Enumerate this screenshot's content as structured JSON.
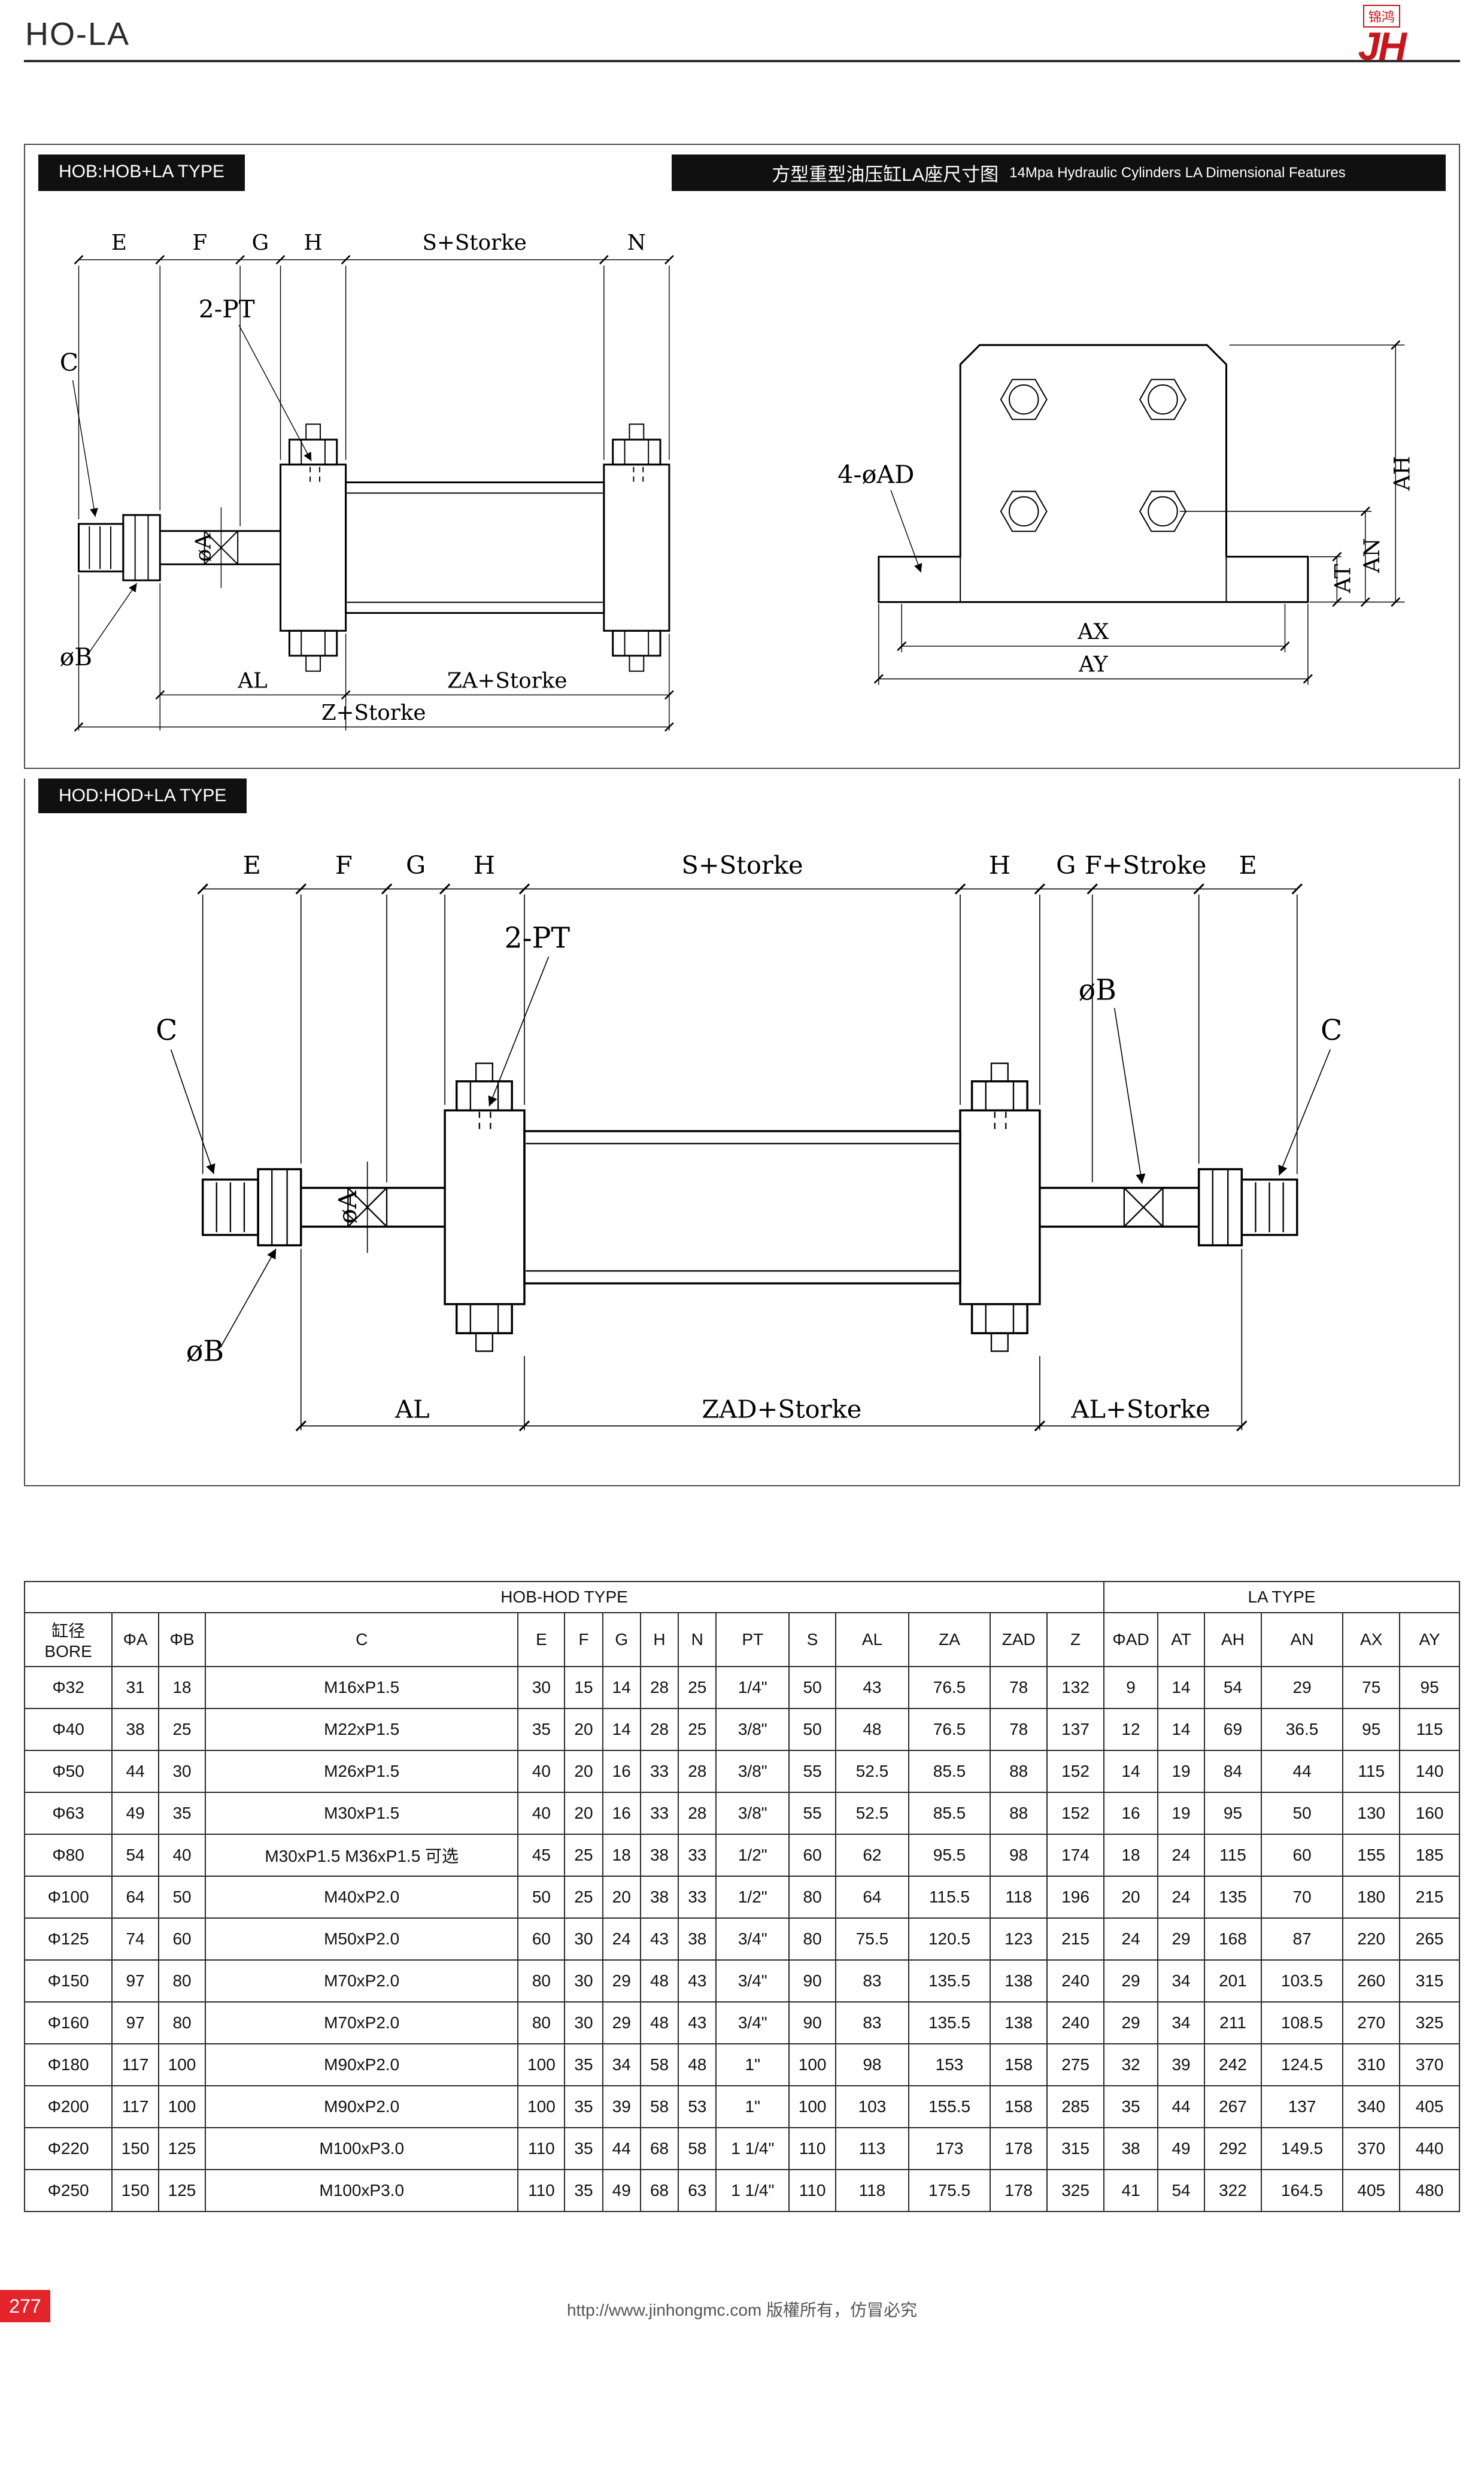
{
  "header": {
    "title": "HO-LA",
    "logo_cn": "锦鸿",
    "logo_text": "JH",
    "brand_color": "#c8161d"
  },
  "hob": {
    "label": "HOB:HOB+LA TYPE",
    "title_cn": "方型重型油压缸LA座尺寸图",
    "title_en": "14Mpa Hydraulic Cylinders LA Dimensional Features",
    "side": {
      "dims_top": [
        "E",
        "F",
        "G",
        "H",
        "S+Storke",
        "N"
      ],
      "dims_bottom": [
        "AL",
        "ZA+Storke",
        "Z+Storke"
      ],
      "port": "2-PT",
      "rod_thread": "C",
      "dia_a": "øA",
      "dia_b": "øB"
    },
    "front": {
      "holes": "4-øAD",
      "ah": "AH",
      "an": "AN",
      "at": "AT",
      "ax": "AX",
      "ay": "AY"
    }
  },
  "hod": {
    "label": "HOD:HOD+LA TYPE",
    "side": {
      "dims_top": [
        "E",
        "F",
        "G",
        "H",
        "S+Storke",
        "H",
        "G",
        "F+Stroke",
        "E"
      ],
      "dims_bottom": [
        "AL",
        "ZAD+Storke",
        "AL+Storke"
      ],
      "port": "2-PT",
      "rod_thread_left": "C",
      "rod_thread_right": "C",
      "dia_a": "øA",
      "dia_b_left": "øB",
      "dia_b_right": "øB"
    }
  },
  "table": {
    "groups": [
      {
        "label": "HOB-HOD TYPE",
        "span": 15
      },
      {
        "label": "LA TYPE",
        "span": 6
      }
    ],
    "columns": [
      "缸径\nBORE",
      "ΦA",
      "ΦB",
      "C",
      "E",
      "F",
      "G",
      "H",
      "N",
      "PT",
      "S",
      "AL",
      "ZA",
      "ZAD",
      "Z",
      "ΦAD",
      "AT",
      "AH",
      "AN",
      "AX",
      "AY"
    ],
    "rows": [
      [
        "Φ32",
        "31",
        "18",
        "M16xP1.5",
        "30",
        "15",
        "14",
        "28",
        "25",
        "1/4\"",
        "50",
        "43",
        "76.5",
        "78",
        "132",
        "9",
        "14",
        "54",
        "29",
        "75",
        "95"
      ],
      [
        "Φ40",
        "38",
        "25",
        "M22xP1.5",
        "35",
        "20",
        "14",
        "28",
        "25",
        "3/8\"",
        "50",
        "48",
        "76.5",
        "78",
        "137",
        "12",
        "14",
        "69",
        "36.5",
        "95",
        "115"
      ],
      [
        "Φ50",
        "44",
        "30",
        "M26xP1.5",
        "40",
        "20",
        "16",
        "33",
        "28",
        "3/8\"",
        "55",
        "52.5",
        "85.5",
        "88",
        "152",
        "14",
        "19",
        "84",
        "44",
        "115",
        "140"
      ],
      [
        "Φ63",
        "49",
        "35",
        "M30xP1.5",
        "40",
        "20",
        "16",
        "33",
        "28",
        "3/8\"",
        "55",
        "52.5",
        "85.5",
        "88",
        "152",
        "16",
        "19",
        "95",
        "50",
        "130",
        "160"
      ],
      [
        "Φ80",
        "54",
        "40",
        "M30xP1.5  M36xP1.5  可选",
        "45",
        "25",
        "18",
        "38",
        "33",
        "1/2\"",
        "60",
        "62",
        "95.5",
        "98",
        "174",
        "18",
        "24",
        "115",
        "60",
        "155",
        "185"
      ],
      [
        "Φ100",
        "64",
        "50",
        "M40xP2.0",
        "50",
        "25",
        "20",
        "38",
        "33",
        "1/2\"",
        "80",
        "64",
        "115.5",
        "118",
        "196",
        "20",
        "24",
        "135",
        "70",
        "180",
        "215"
      ],
      [
        "Φ125",
        "74",
        "60",
        "M50xP2.0",
        "60",
        "30",
        "24",
        "43",
        "38",
        "3/4\"",
        "80",
        "75.5",
        "120.5",
        "123",
        "215",
        "24",
        "29",
        "168",
        "87",
        "220",
        "265"
      ],
      [
        "Φ150",
        "97",
        "80",
        "M70xP2.0",
        "80",
        "30",
        "29",
        "48",
        "43",
        "3/4\"",
        "90",
        "83",
        "135.5",
        "138",
        "240",
        "29",
        "34",
        "201",
        "103.5",
        "260",
        "315"
      ],
      [
        "Φ160",
        "97",
        "80",
        "M70xP2.0",
        "80",
        "30",
        "29",
        "48",
        "43",
        "3/4\"",
        "90",
        "83",
        "135.5",
        "138",
        "240",
        "29",
        "34",
        "211",
        "108.5",
        "270",
        "325"
      ],
      [
        "Φ180",
        "117",
        "100",
        "M90xP2.0",
        "100",
        "35",
        "34",
        "58",
        "48",
        "1\"",
        "100",
        "98",
        "153",
        "158",
        "275",
        "32",
        "39",
        "242",
        "124.5",
        "310",
        "370"
      ],
      [
        "Φ200",
        "117",
        "100",
        "M90xP2.0",
        "100",
        "35",
        "39",
        "58",
        "53",
        "1\"",
        "100",
        "103",
        "155.5",
        "158",
        "285",
        "35",
        "44",
        "267",
        "137",
        "340",
        "405"
      ],
      [
        "Φ220",
        "150",
        "125",
        "M100xP3.0",
        "110",
        "35",
        "44",
        "68",
        "58",
        "1 1/4\"",
        "110",
        "113",
        "173",
        "178",
        "315",
        "38",
        "49",
        "292",
        "149.5",
        "370",
        "440"
      ],
      [
        "Φ250",
        "150",
        "125",
        "M100xP3.0",
        "110",
        "35",
        "49",
        "68",
        "63",
        "1 1/4\"",
        "110",
        "118",
        "175.5",
        "178",
        "325",
        "41",
        "54",
        "322",
        "164.5",
        "405",
        "480"
      ]
    ]
  },
  "footer": {
    "page": "277",
    "copyright": "http://www.jinhongmc.com 版權所有，仿冒必究"
  }
}
